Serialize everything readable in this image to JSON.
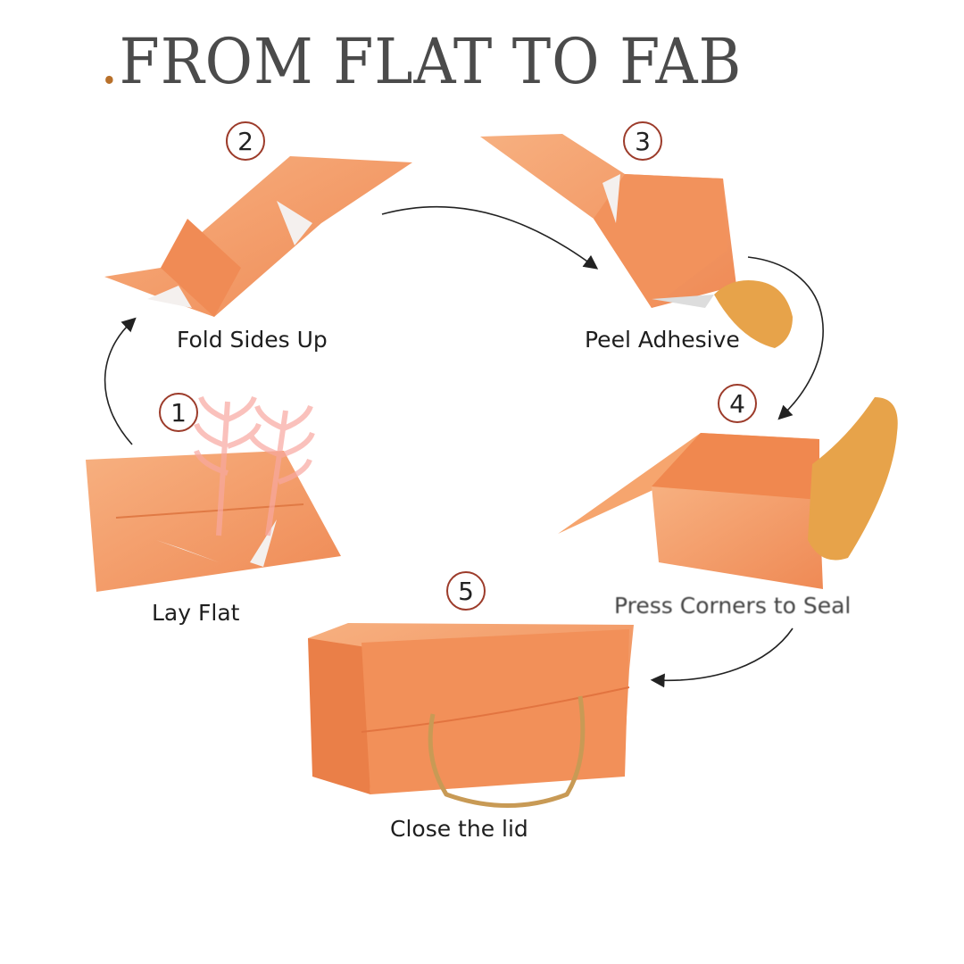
{
  "title": {
    "dot": ".",
    "text": "FROM FLAT TO FAB"
  },
  "colors": {
    "title": "#4b4b4b",
    "accent_dot": "#b8702a",
    "box": "#f39a62",
    "step_circle": "#9c3b2a"
  },
  "steps": [
    {
      "number": "1",
      "label": "Lay Flat"
    },
    {
      "number": "2",
      "label": "Fold Sides Up"
    },
    {
      "number": "3",
      "label": "Peel Adhesive"
    },
    {
      "number": "4",
      "label": "Press Corners to  Seal"
    },
    {
      "number": "5",
      "label": "Close the lid"
    }
  ]
}
